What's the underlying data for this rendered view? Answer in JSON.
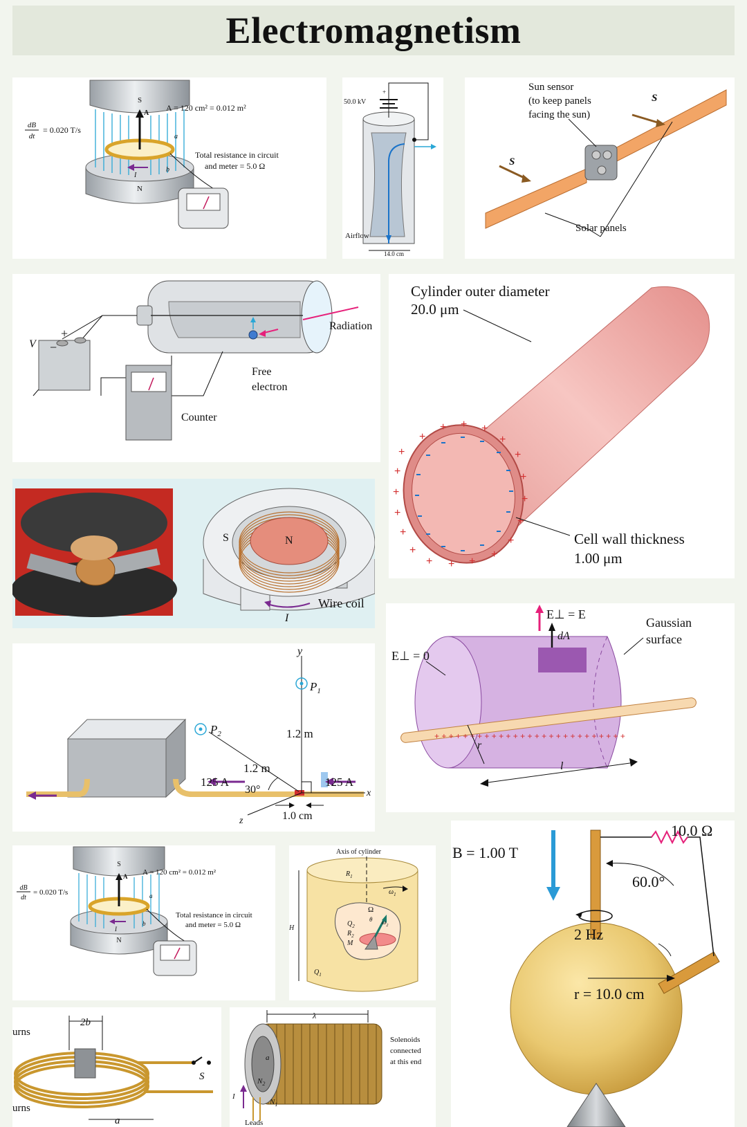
{
  "title": "Electromagnetism",
  "faraday_top": {
    "pole_s": "S",
    "pole_n": "N",
    "area_label": "A = 120 cm² = 0.012 m²",
    "dbdt_num": "dB",
    "dbdt_den": "dt",
    "dbdt_val": "= 0.020 T/s",
    "resistance_l1": "Total resistance in circuit",
    "resistance_l2": "and meter = 5.0 Ω",
    "vec_a": "A",
    "cur_i": "I",
    "pt_a": "a",
    "pt_b": "b"
  },
  "precipitator": {
    "voltage": "50.0 kV",
    "airflow": "Airflow",
    "diameter": "14.0 cm",
    "plus": "+",
    "minus": "−"
  },
  "satellite": {
    "sensor_l1": "Sun sensor",
    "sensor_l2": "(to keep panels",
    "sensor_l3": "facing the sun)",
    "solar": "Solar panels",
    "vec_s": "S"
  },
  "geiger": {
    "radiation": "Radiation",
    "free_l1": "Free",
    "free_l2": "electron",
    "counter": "Counter",
    "v": "V",
    "plus": "+",
    "minus": "−"
  },
  "cylinder": {
    "outer_l1": "Cylinder outer diameter",
    "outer_l2": "20.0 μm",
    "wall_l1": "Cell wall thickness",
    "wall_l2": "1.00 μm"
  },
  "speaker": {
    "s": "S",
    "n": "N",
    "coil": "Wire coil",
    "i": "I"
  },
  "gauss": {
    "e_perp_e": "E⊥ = E",
    "da": "dA",
    "gaussian_l1": "Gaussian",
    "gaussian_l2": "surface",
    "e_zero": "E⊥ = 0",
    "r": "r",
    "l": "l"
  },
  "wires": {
    "y": "y",
    "p1": "P",
    "p1_sub": "1",
    "p2": "P",
    "p2_sub": "2",
    "d1": "1.2 m",
    "d2": "1.2 m",
    "i_left": "125 A",
    "i_right": "125 A",
    "angle": "30°",
    "gap": "1.0 cm",
    "x": "x",
    "z": "z"
  },
  "faraday_bottom": {
    "pole_s": "S",
    "pole_n": "N",
    "area_label": "A = 120 cm² = 0.012 m²",
    "dbdt_num": "dB",
    "dbdt_den": "dt",
    "dbdt_val": "= 0.020 T/s",
    "resistance_l1": "Total resistance in circuit",
    "resistance_l2": "and meter = 5.0 Ω",
    "vec_a": "A",
    "cur_i": "I",
    "pt_a": "a",
    "pt_b": "b"
  },
  "rotating": {
    "axis": "Axis of cylinder",
    "r1": "R",
    "r1_sub": "1",
    "omega_big": "Ω",
    "omega1": "ω",
    "omega1_sub": "1",
    "omega2": "ω",
    "omega2_sub": "2",
    "theta": "θ",
    "q2": "Q",
    "q2_sub": "2",
    "r2": "R",
    "r2_sub": "2",
    "m": "M",
    "h": "H",
    "q1": "Q",
    "q1_sub": "1"
  },
  "sphere": {
    "b_field": "B = 1.00 T",
    "resistor": "10.0 Ω",
    "angle": "60.0°",
    "freq": "2 Hz",
    "radius": "r = 10.0 cm"
  },
  "loops": {
    "turns_top": "urns",
    "turns_bottom": "urns",
    "two_b": "2b",
    "a": "a",
    "s": "S"
  },
  "solenoid": {
    "lambda": "λ",
    "n2": "N",
    "n2_sub": "2",
    "n1": "N",
    "n1_sub": "1",
    "a": "a",
    "i": "I",
    "leads": "Leads",
    "conn_l1": "Solenoids",
    "conn_l2": "connected",
    "conn_l3": "at this end"
  }
}
